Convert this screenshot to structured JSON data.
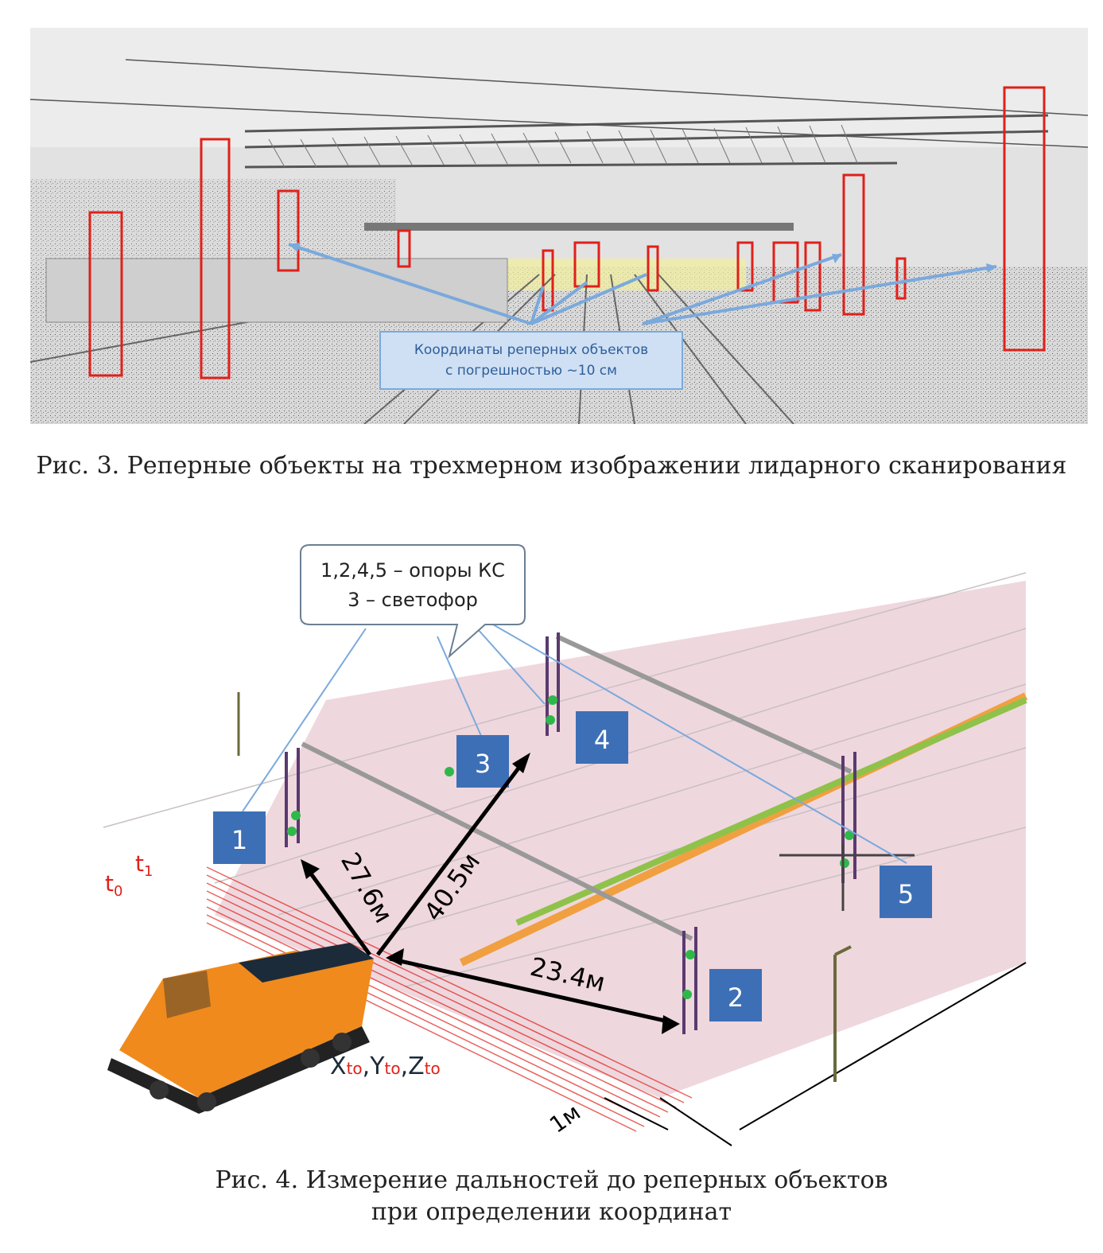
{
  "figure3": {
    "callout_line1": "Координаты реперных объектов",
    "callout_line2": "с погрешностью ~10 см",
    "caption": "Рис. 3. Реперные объекты на трехмерном изображении лидарного сканирования"
  },
  "figure4": {
    "legend_line1": "1,2,4,5 – опоры КС",
    "legend_line2": "3 – светофор",
    "markers": [
      "1",
      "2",
      "3",
      "4",
      "5"
    ],
    "distances": [
      "27.6м",
      "40.5м",
      "23.4м"
    ],
    "time_t0": "t",
    "time_t0_sub": "0",
    "time_t1": "t",
    "time_t1_sub": "1",
    "coord_x": "X",
    "coord_y": "Y",
    "coord_z": "Z",
    "coord_sub": "to",
    "coord_sep": ",",
    "scale_label": "1м",
    "caption_line1": "Рис. 4. Измерение дальностей до реперных объектов",
    "caption_line2": "при определении координат"
  },
  "colors": {
    "marker_blue": "#3d6fb6",
    "reference_red": "#e0201a",
    "callout_fill": "#cfe0f4",
    "ground_pink": "#efd7de",
    "arrow_blue": "#7aa9dc"
  }
}
